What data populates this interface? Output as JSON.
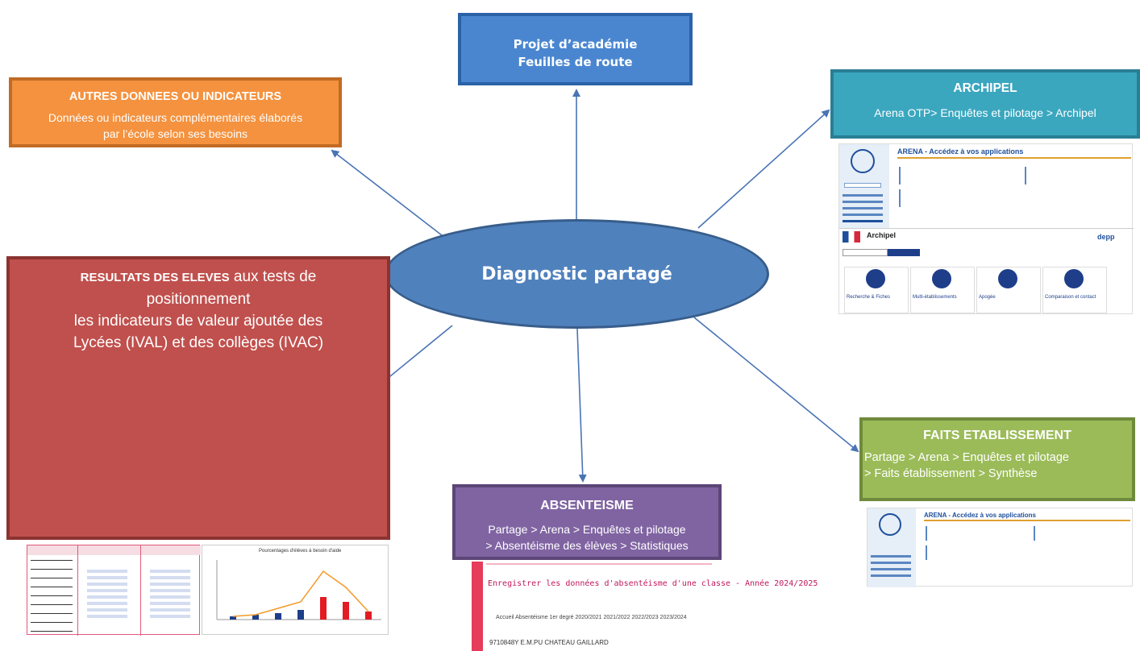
{
  "center": {
    "label": "Diagnostic partagé"
  },
  "projet": {
    "line1": "Projet d’académie",
    "line2": "Feuilles de route"
  },
  "autres": {
    "title": "AUTRES DONNEES OU INDICATEURS",
    "line1": "Données ou indicateurs complémentaires  élaborés",
    "line2": "par l’école selon ses besoins"
  },
  "archipel": {
    "title": "ARCHIPEL",
    "path": "Arena OTP> Enquêtes et pilotage > Archipel",
    "screenshot": {
      "banner": "ARENA - Accédez à vos applications",
      "title": "Archipel",
      "brand": "depp",
      "tiles": [
        "Recherche & Fiches",
        "Multi-établissements",
        "Apogée",
        "Comparaison et contact"
      ]
    }
  },
  "resultats": {
    "title": "RESULTATS DES ELEVES",
    "line1_rest": "aux tests de",
    "line2": "positionnement",
    "line3": "les indicateurs de valeur ajoutée des",
    "line4": "Lycées (IVAL) et des collèges (IVAC)",
    "chart_title": "Pourcentages d'élèves à besoin d'aide"
  },
  "absent": {
    "title": "ABSENTEISME",
    "line1": "Partage > Arena > Enquêtes et pilotage",
    "line2": "> Absentéisme des élèves > Statistiques",
    "screenshot": {
      "heading": "Enregistrer les données d'absentéisme d'une classe - Année 2024/2025",
      "tabs": "Accueil   Absentéisme 1er degré   2020/2021   2021/2022   2022/2023   2023/2024",
      "school": "9710848Y E.M.PU CHATEAU GAILLARD"
    }
  },
  "faits": {
    "title": "FAITS ETABLISSEMENT",
    "line1": "Partage > Arena > Enquêtes et pilotage",
    "line2": "> Faits établissement > Synthèse",
    "screenshot": {
      "banner": "ARENA - Accédez à vos applications"
    }
  },
  "colors": {
    "center": "#4f81bd",
    "projet": "#4a86d0",
    "autres": "#f4923f",
    "archipel": "#3aa7bf",
    "resultats": "#c0504d",
    "absent": "#8064a2",
    "faits": "#9bbb59",
    "arrow": "#4a74b4"
  }
}
